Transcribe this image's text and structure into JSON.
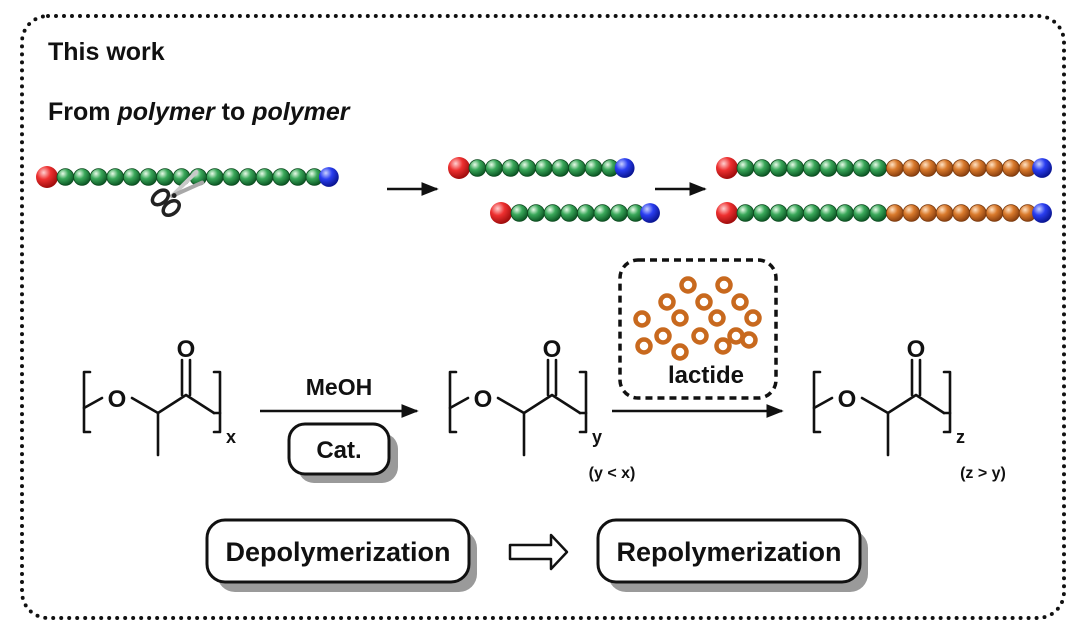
{
  "header": {
    "title": "This work",
    "subtitle": {
      "prefix": "From ",
      "word1": "polymer",
      "middle": " to ",
      "word2": "polymer"
    }
  },
  "colors": {
    "monomer_green": "#1f8a3c",
    "monomer_orange": "#c8691e",
    "end_red": "#e02020",
    "end_blue": "#1a2fd8",
    "border": "#111111"
  },
  "chains": {
    "original_units": 16,
    "fragment_units": [
      9,
      8
    ],
    "repolymerized_added_units": 9
  },
  "scheme": {
    "oxygen_label": "O",
    "carbonyl_label": "O",
    "subscripts": [
      "x",
      "y",
      "z"
    ],
    "conditions": {
      "y": "(y < x)",
      "z": "(z > y)"
    },
    "reagent": "MeOH",
    "catalyst": "Cat.",
    "monomer_label": "lactide"
  },
  "process": {
    "step1": "Depolymerization",
    "step2": "Repolymerization"
  }
}
